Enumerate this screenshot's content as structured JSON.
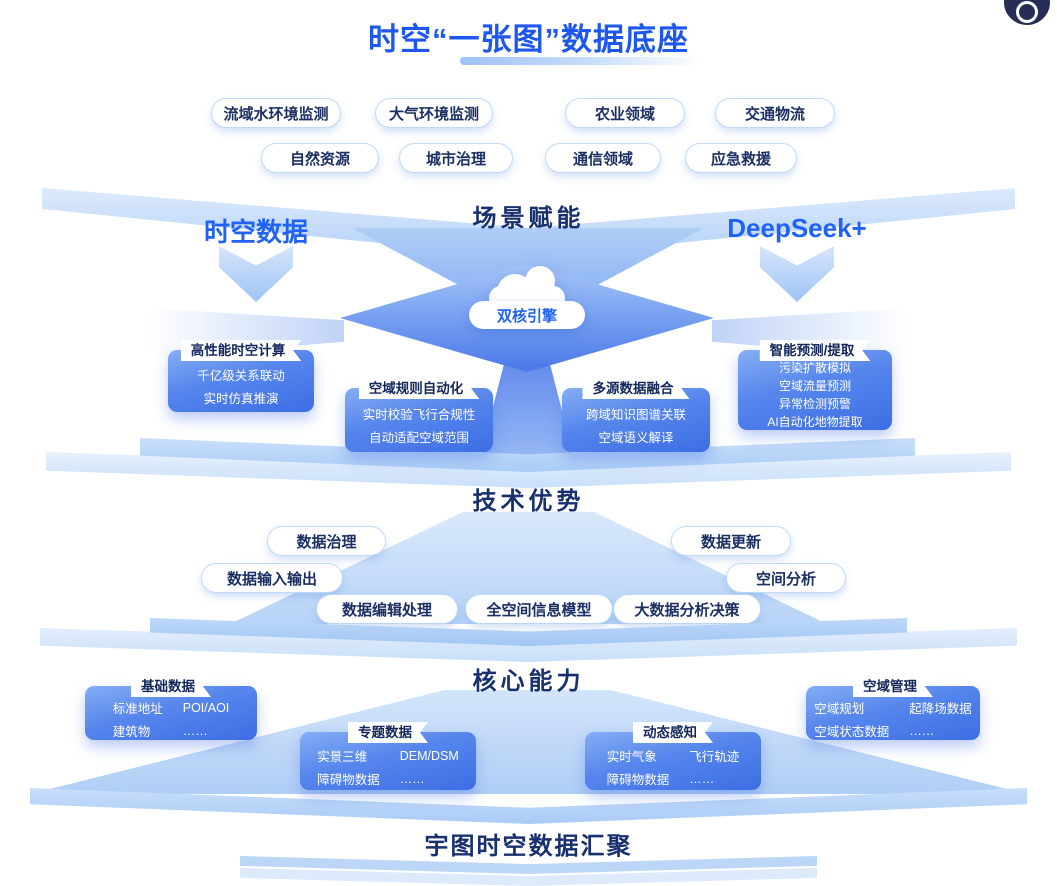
{
  "title": "时空“一张图”数据底座",
  "scenes": {
    "layer_label": "场景赋能",
    "row1": [
      "流域水环境监测",
      "大气环境监测",
      "农业领域",
      "交通物流"
    ],
    "row2": [
      "自然资源",
      "城市治理",
      "通信领域",
      "应急救援"
    ]
  },
  "sides": {
    "left_label": "时空数据",
    "right_label": "DeepSeek+"
  },
  "engine": {
    "label": "双核引擎"
  },
  "tech": {
    "layer_label": "技术优势",
    "cards": [
      {
        "title": "高性能时空计算",
        "lines": [
          "千亿级关系联动",
          "实时仿真推演"
        ]
      },
      {
        "title": "空域规则自动化",
        "lines": [
          "实时校验飞行合规性",
          "自动适配空域范围"
        ]
      },
      {
        "title": "多源数据融合",
        "lines": [
          "跨域知识图谱关联",
          "空域语义解译"
        ]
      },
      {
        "title": "智能预测/提取",
        "lines": [
          "污染扩散模拟",
          "空域流量预测",
          "异常检测预警",
          "AI自动化地物提取"
        ]
      }
    ]
  },
  "core": {
    "layer_label": "核心能力",
    "capabilities": [
      "数据治理",
      "数据更新",
      "数据输入输出",
      "空间分析",
      "数据编辑处理",
      "全空间信息模型",
      "大数据分析决策"
    ]
  },
  "datasets": {
    "bottom_label": "宇图时空数据汇聚",
    "cards": [
      {
        "title": "基础数据",
        "cells": [
          "标准地址",
          "POI/AOI",
          "建筑物",
          "……"
        ]
      },
      {
        "title": "专题数据",
        "cells": [
          "实景三维",
          "DEM/DSM",
          "障碍物数据",
          "……"
        ]
      },
      {
        "title": "动态感知",
        "cells": [
          "实时气象",
          "飞行轨迹",
          "障碍物数据",
          "……"
        ]
      },
      {
        "title": "空域管理",
        "cells": [
          "空域规划",
          "起降场数据",
          "空域状态数据",
          "……"
        ]
      }
    ]
  },
  "colors": {
    "accent_blue": "#1F62F5",
    "title_blue": "#1D57EE",
    "navy_text": "#18306F",
    "card_blue_top": "#85AEF4",
    "card_blue_bottom": "#3D6EE4",
    "band_light": "#DCEAFC",
    "band_mid": "#B4D1F7"
  }
}
